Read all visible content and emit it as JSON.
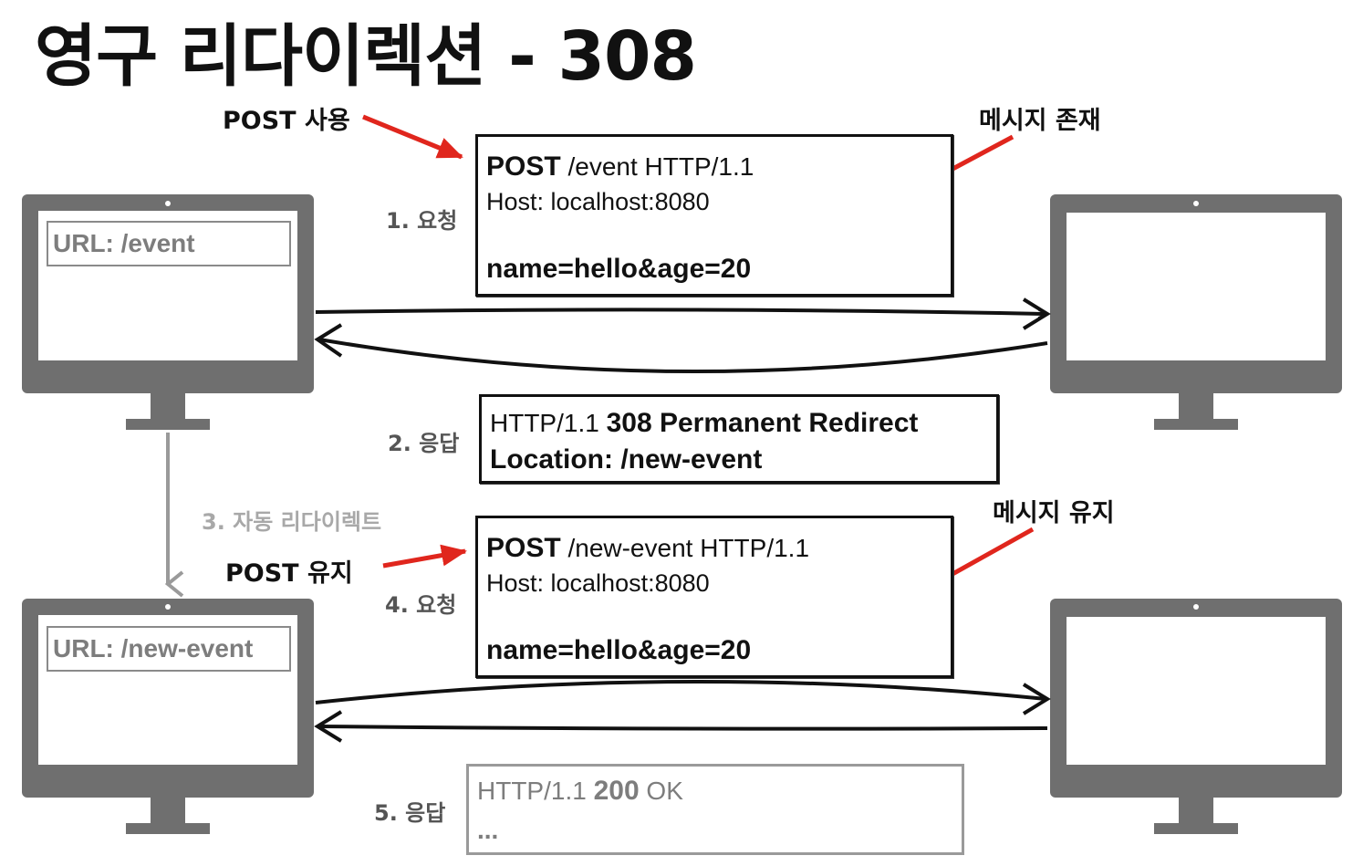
{
  "title": "영구 리다이렉션 - 308",
  "clients": {
    "top_url": "URL: /event",
    "bottom_url": "URL: /new-event"
  },
  "steps": {
    "s1": "1. 요청",
    "s2": "2. 응답",
    "s3": "3. 자동 리다이렉트",
    "s4": "4. 요청",
    "s5": "5. 응답"
  },
  "callouts": {
    "post_use": "POST 사용",
    "message_exists": "메시지 존재",
    "post_keep": "POST 유지",
    "message_keep": "메시지 유지"
  },
  "request1": {
    "method": "POST",
    "line_rest": " /event HTTP/1.1",
    "host": "Host: localhost:8080",
    "body": "name=hello&age=20"
  },
  "response1": {
    "version": "HTTP/1.1 ",
    "status": "308 Permanent Redirect",
    "location": "Location: /new-event"
  },
  "request2": {
    "method": "POST",
    "line_rest": " /new-event HTTP/1.1",
    "host": "Host: localhost:8080",
    "body": "name=hello&age=20"
  },
  "response2": {
    "version": "HTTP/1.1 ",
    "code": "200",
    "reason": " OK",
    "more": "..."
  },
  "colors": {
    "monitor": "#6f6f6f",
    "accent_arrow": "#e0261d",
    "muted_text": "#7d7d7d"
  }
}
